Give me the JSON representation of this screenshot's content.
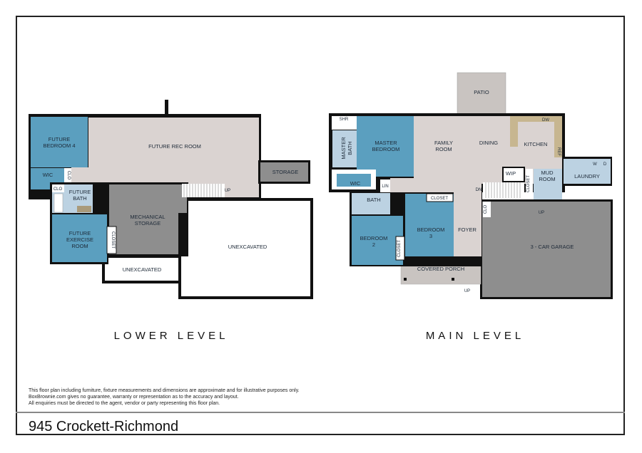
{
  "lower_level": {
    "title": "LOWER LEVEL",
    "rooms": {
      "bedroom4": [
        "FUTURE",
        "BEDROOM 4"
      ],
      "rec_room": "FUTURE REC ROOM",
      "storage": "STORAGE",
      "wic": "WIC",
      "clo1": "CLO",
      "clo2": "CLO",
      "bath": [
        "FUTURE",
        "BATH"
      ],
      "mechanical": [
        "MECHANICAL",
        "STORAGE"
      ],
      "exercise": [
        "FUTURE",
        "EXERCISE",
        "ROOM"
      ],
      "closet": "CLOSET",
      "unexcavated_small": "UNEXCAVATED",
      "unexcavated_large": "UNEXCAVATED",
      "stairs_up": "UP"
    }
  },
  "main_level": {
    "title": "MAIN LEVEL",
    "rooms": {
      "patio": "PATIO",
      "shr": "SHR",
      "master_bath": [
        "MASTER",
        "BATH"
      ],
      "master_bedroom": [
        "MASTER",
        "BEDROOM"
      ],
      "family_room": [
        "FAMILY",
        "ROOM"
      ],
      "dining": "DINING",
      "kitchen": "KITCHEN",
      "dw": "DW",
      "ref": "REF",
      "wic": "WIC",
      "lin": "LIN",
      "wip": "WIP",
      "mud_room": [
        "MUD",
        "ROOM"
      ],
      "laundry": "LAUNDRY",
      "washer": "W",
      "dryer": "D",
      "closet_mud": "CLOSET",
      "bath": "BATH",
      "bedroom2": [
        "BEDROOM",
        "2"
      ],
      "bedroom3": [
        "BEDROOM",
        "3"
      ],
      "closet_b3": "CLOSET",
      "closet_b2": "CLOSET",
      "foyer": "FOYER",
      "clo": "CLO",
      "dn": "DN",
      "covered_porch": "COVERED PORCH",
      "porch_up": "UP",
      "garage": "3 - CAR GARAGE",
      "garage_up": "UP"
    }
  },
  "colors": {
    "bedroom_blue": "#5b9fbf",
    "bath_light_blue": "#bcd2e2",
    "floor": "#dad3d1",
    "storage_gray": "#8e8e8e",
    "porch": "#c9c4c1"
  },
  "disclaimer": [
    "This floor plan including furniture, fixture measurements and dimensions are approximate and for illustrative purposes only.",
    "BoxBrownie.com gives no guarantee, warranty or representation as to the accuracy and layout.",
    "All enquiries must be directed to the agent, vendor or party representing this floor plan."
  ],
  "address": "945 Crockett-Richmond"
}
